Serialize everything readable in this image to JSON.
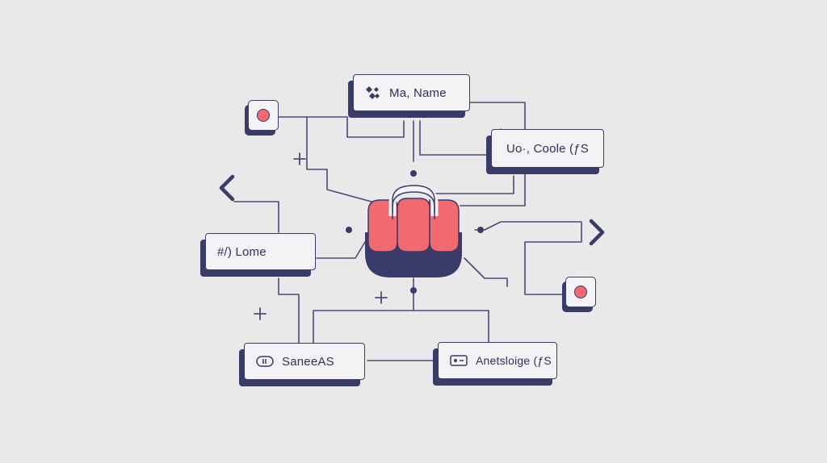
{
  "diagram": {
    "nodes": {
      "top": {
        "label": "Ma, Name",
        "icon": "grid-diamond-icon"
      },
      "right": {
        "label": "Uo·, Coole (ƒS"
      },
      "left": {
        "label": "#/) Lome"
      },
      "bottom_left": {
        "label": "SaneeAS",
        "icon": "toggle-pill-icon"
      },
      "bottom_right": {
        "label": "Anetsloige (ƒS",
        "icon": "card-icon"
      }
    },
    "center": {
      "icon": "basket-hub-icon"
    },
    "arrows": {
      "left": "chevron-left-icon",
      "right": "chevron-right-icon"
    },
    "colors": {
      "background": "#e9e9ea",
      "ink": "#3b3b6a",
      "accent": "#f06a6f",
      "card": "#f3f3f5"
    }
  }
}
